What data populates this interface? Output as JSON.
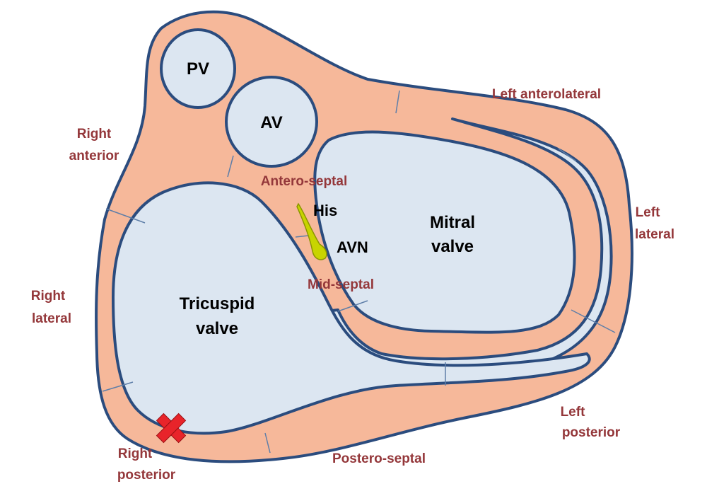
{
  "colors": {
    "tissue": "#f6b89a",
    "valve_fill": "#dce6f1",
    "outline": "#2b4c7e",
    "region_label": "#94373a",
    "conduction": "#c8d400",
    "marker": "#e8242a"
  },
  "valves": {
    "pv": "PV",
    "av": "AV",
    "mitral_line1": "Mitral",
    "mitral_line2": "valve",
    "tricuspid_line1": "Tricuspid",
    "tricuspid_line2": "valve"
  },
  "conduction": {
    "his": "His",
    "avn": "AVN"
  },
  "regions": {
    "left_anterolateral": "Left anterolateral",
    "right_anterior_line1": "Right",
    "right_anterior_line2": "anterior",
    "antero_septal": "Antero-septal",
    "left_lateral_line1": "Left",
    "left_lateral_line2": "lateral",
    "mid_septal": "Mid-septal",
    "right_lateral_line1": "Right",
    "right_lateral_line2": "lateral",
    "left_posterior_line1": "Left",
    "left_posterior_line2": "posterior",
    "right_posterior_line1": "Right",
    "right_posterior_line2": "posterior",
    "postero_septal": "Postero-septal"
  },
  "marker": {
    "icon": "x-mark-icon",
    "location": "Right posterior"
  }
}
